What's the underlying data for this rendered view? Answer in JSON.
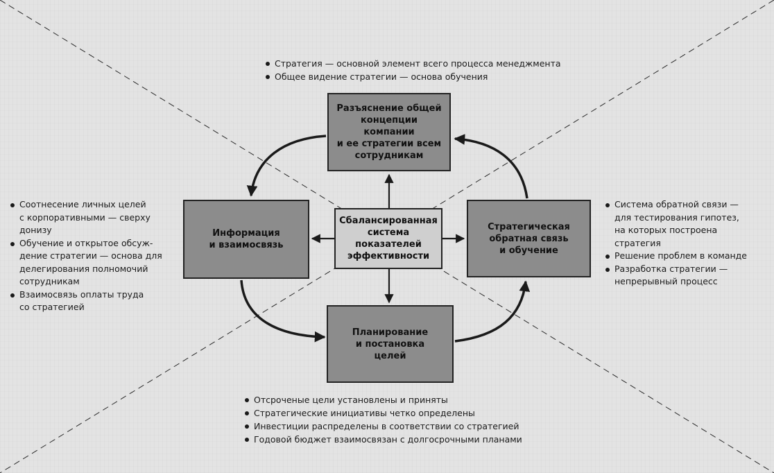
{
  "boxes": {
    "top": "Разъяснение общей\nконцепции компании\nи ее стратегии всем\nсотрудникам",
    "left": "Информация\nи взаимосвязь",
    "center": "Сбалансированная\nсистема\nпоказателей\nэффективности",
    "right": "Стратегическая\nобратная связь\nи обучение",
    "bottom": "Планирование\nи постановка\nцелей"
  },
  "notes": {
    "top": [
      "Стратегия — основной элемент всего процесса менеджмента",
      "Общее видение стратегии — основа обучения"
    ],
    "left": [
      "Соотнесение личных целей\nс корпоративными — сверху\nдонизу",
      "Обучение и открытое обсуж-\nдение стратегии — основа для\nделегирования полномочий\nсотрудникам",
      "Взаимосвязь оплаты труда\nсо стратегией"
    ],
    "right": [
      "Система обратной связи —\nдля тестирования гипотез,\nна которых построена\nстратегия",
      "Решение проблем в команде",
      "Разработка стратегии —\nнепрерывный процесс"
    ],
    "bottom": [
      "Отсроченые цели установлены и приняты",
      "Стратегические инициативы четко определены",
      "Инвестиции распределены в соответствии со стратегией",
      "Годовой бюджет взаимосвязан с долгосрочными планами"
    ]
  },
  "colors": {
    "background": "#e3e3e3",
    "outer_box": "#8c8c8c",
    "center_box": "#cfcfcf",
    "line": "#1a1a1a",
    "dashed": "#2a2a2a"
  }
}
